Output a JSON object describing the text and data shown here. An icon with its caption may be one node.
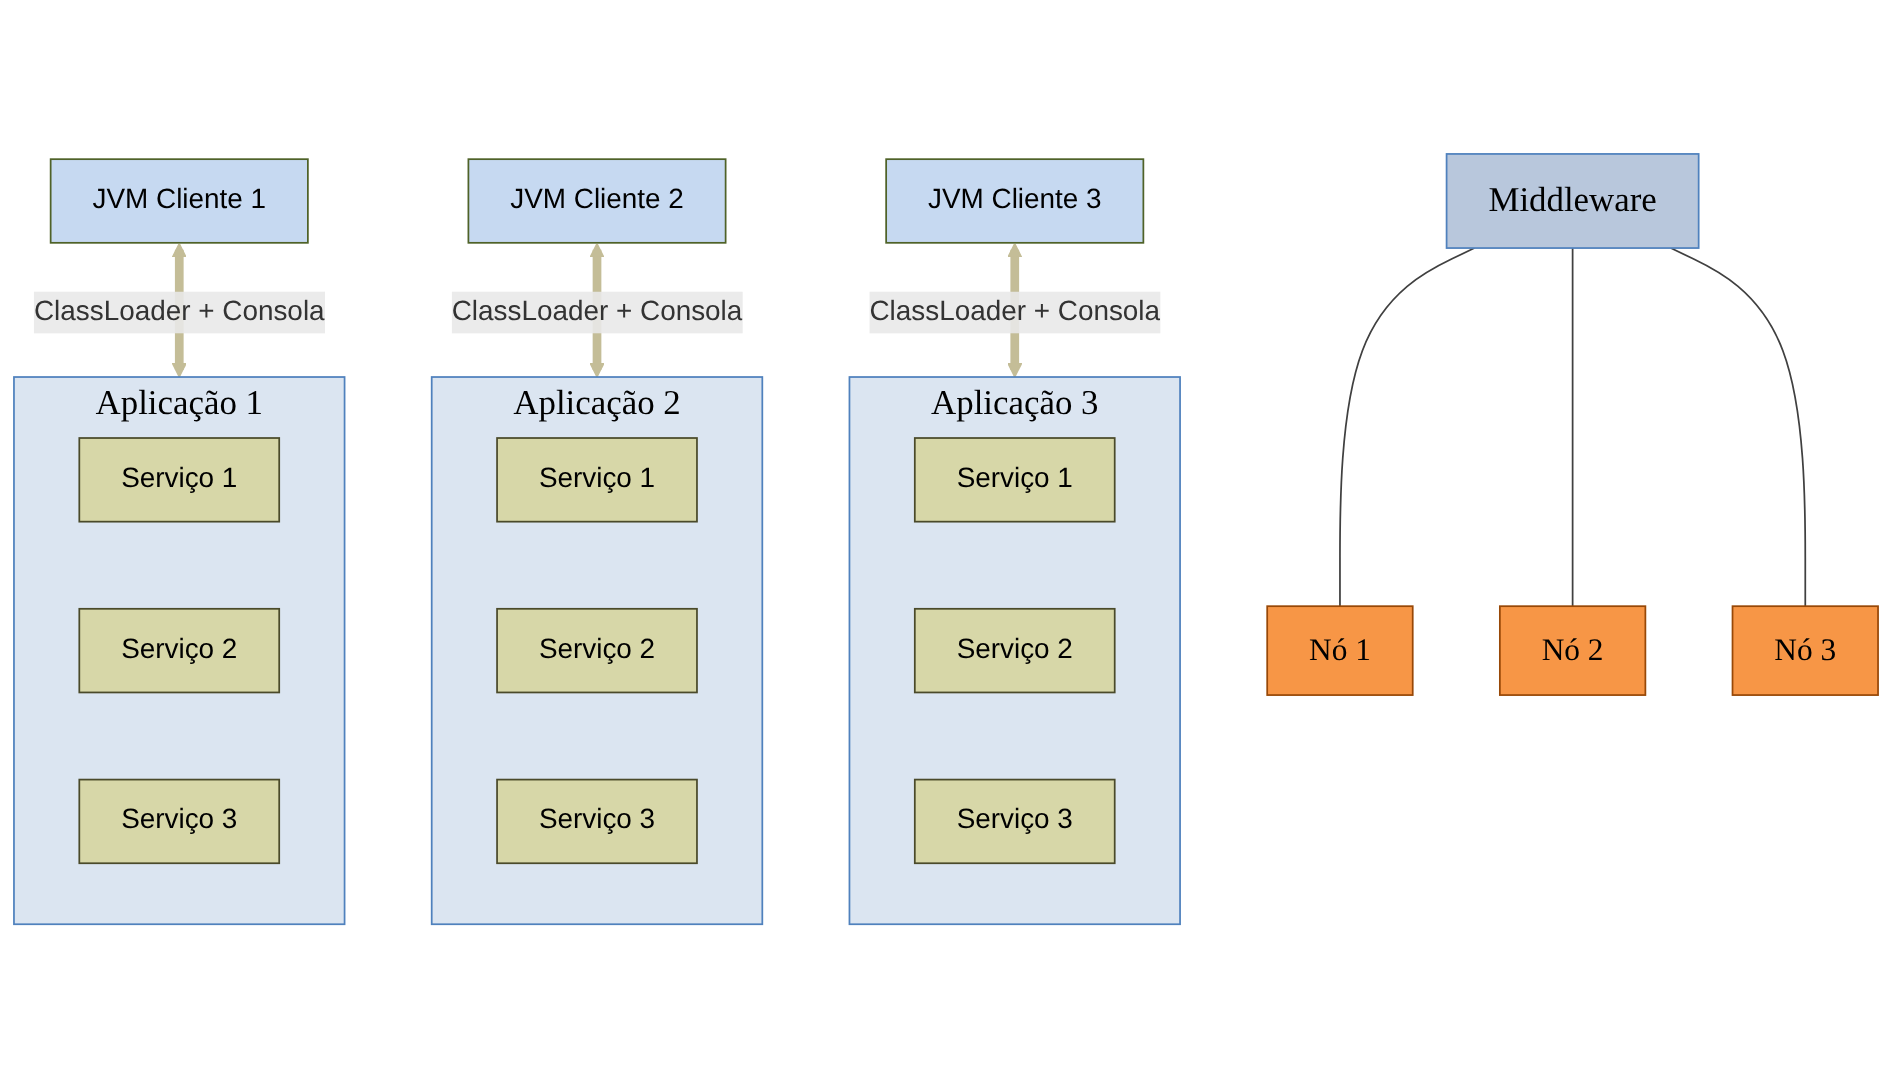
{
  "diagram": {
    "nodes": [
      {
        "text": [
          "JVM Cliente 1"
        ]
      },
      {
        "text": [
          "JVM Cliente 2"
        ]
      },
      {
        "text": [
          "JVM Cliente 3"
        ]
      },
      {
        "text": [
          "Aplicação 1"
        ]
      },
      {
        "text": [
          "Serviço 1"
        ],
        "in": 3
      },
      {
        "text": [
          "Serviço 2"
        ],
        "in": 3
      },
      {
        "text": [
          "Serviço 3"
        ],
        "in": 3
      },
      {
        "text": [
          "Aplicação 2"
        ]
      },
      {
        "text": [
          "Serviço 1"
        ],
        "in": 7
      },
      {
        "text": [
          "Serviço 2"
        ],
        "in": 7
      },
      {
        "text": [
          "Serviço 3"
        ],
        "in": 7
      },
      {
        "text": [
          "Aplicação 3"
        ]
      },
      {
        "text": [
          "Serviço 1"
        ],
        "in": 11
      },
      {
        "text": [
          "Serviço 2"
        ],
        "in": 11
      },
      {
        "text": [
          "Serviço 3"
        ],
        "in": 11
      },
      {
        "text": [
          "Middleware"
        ]
      },
      {
        "text": [
          "Nó 1"
        ]
      },
      {
        "text": [
          "Nó 2"
        ]
      },
      {
        "text": [
          "Nó 3"
        ]
      }
    ],
    "edges": [
      {
        "from": 0,
        "to": 3,
        "arrow": "both",
        "label": "ClassLoader + Consola",
        "style": "thick",
        "color": "#c4bd97"
      },
      {
        "from": 1,
        "to": 7,
        "arrow": "both",
        "label": "ClassLoader + Consola",
        "style": "thick",
        "color": "#c4bd97"
      },
      {
        "from": 2,
        "to": 11,
        "arrow": "both",
        "label": "ClassLoader + Consola",
        "style": "thick",
        "color": "#c4bd97"
      },
      {
        "from": 15,
        "to": 16,
        "arrow": "none",
        "color": "#404040"
      },
      {
        "from": 15,
        "to": 17,
        "arrow": "none",
        "color": "#404040"
      },
      {
        "from": 15,
        "to": 18,
        "arrow": "none",
        "color": "#404040"
      }
    ]
  }
}
